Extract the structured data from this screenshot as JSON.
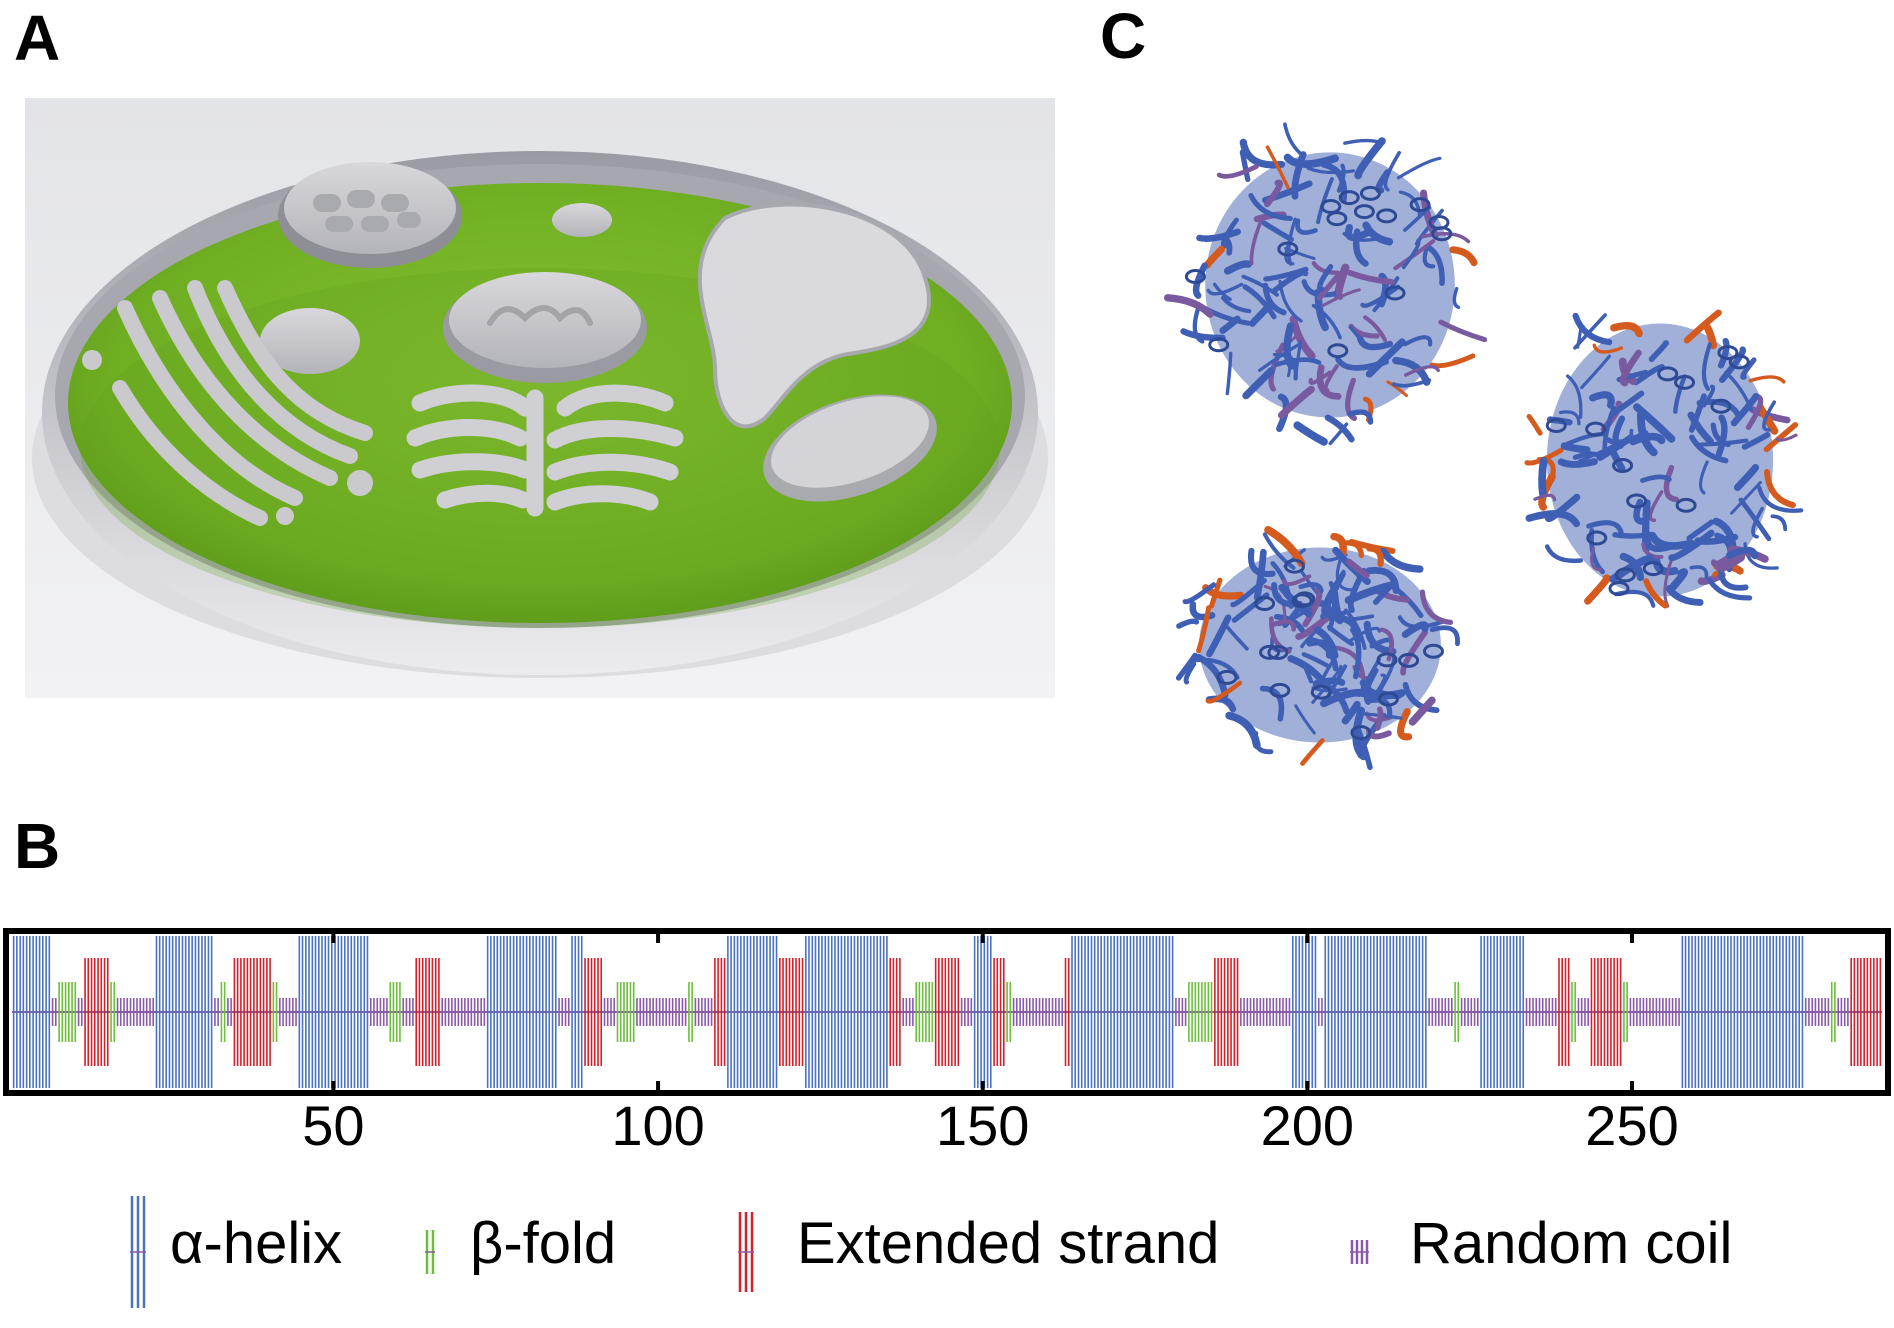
{
  "panels": {
    "a": "A",
    "b": "B",
    "c": "C"
  },
  "colors": {
    "helix": "#4a72c0",
    "fold": "#6cbf3a",
    "strand": "#d4202a",
    "coil": "#8a5aa8",
    "cytoplasm": "#78b428",
    "membrane": "#b9b9c1",
    "protein_blue": "#3f5fb5",
    "protein_orange": "#d45a1e"
  },
  "chart_data": {
    "type": "sequence-track",
    "x_ticks": [
      50,
      100,
      150,
      200,
      250
    ],
    "x_range": [
      1,
      288
    ],
    "segments": [
      {
        "type": "helix",
        "start": 1,
        "end": 6
      },
      {
        "type": "coil",
        "start": 7,
        "end": 7
      },
      {
        "type": "fold",
        "start": 8,
        "end": 10
      },
      {
        "type": "coil",
        "start": 11,
        "end": 11
      },
      {
        "type": "strand",
        "start": 12,
        "end": 15
      },
      {
        "type": "fold",
        "start": 16,
        "end": 16
      },
      {
        "type": "coil",
        "start": 17,
        "end": 22
      },
      {
        "type": "helix",
        "start": 23,
        "end": 31
      },
      {
        "type": "coil",
        "start": 32,
        "end": 32
      },
      {
        "type": "fold",
        "start": 33,
        "end": 33
      },
      {
        "type": "coil",
        "start": 34,
        "end": 34
      },
      {
        "type": "strand",
        "start": 35,
        "end": 40
      },
      {
        "type": "fold",
        "start": 41,
        "end": 41
      },
      {
        "type": "coil",
        "start": 42,
        "end": 44
      },
      {
        "type": "helix",
        "start": 45,
        "end": 55
      },
      {
        "type": "coil",
        "start": 56,
        "end": 58
      },
      {
        "type": "fold",
        "start": 59,
        "end": 60
      },
      {
        "type": "coil",
        "start": 61,
        "end": 62
      },
      {
        "type": "strand",
        "start": 63,
        "end": 66
      },
      {
        "type": "coil",
        "start": 67,
        "end": 73
      },
      {
        "type": "helix",
        "start": 74,
        "end": 84
      },
      {
        "type": "coil",
        "start": 85,
        "end": 86
      },
      {
        "type": "helix",
        "start": 87,
        "end": 88
      },
      {
        "type": "strand",
        "start": 89,
        "end": 91
      },
      {
        "type": "coil",
        "start": 92,
        "end": 93
      },
      {
        "type": "fold",
        "start": 94,
        "end": 96
      },
      {
        "type": "coil",
        "start": 97,
        "end": 104
      },
      {
        "type": "fold",
        "start": 105,
        "end": 105
      },
      {
        "type": "coil",
        "start": 106,
        "end": 108
      },
      {
        "type": "strand",
        "start": 109,
        "end": 110
      },
      {
        "type": "helix",
        "start": 111,
        "end": 118
      },
      {
        "type": "strand",
        "start": 119,
        "end": 122
      },
      {
        "type": "helix",
        "start": 123,
        "end": 135
      },
      {
        "type": "strand",
        "start": 136,
        "end": 137
      },
      {
        "type": "coil",
        "start": 138,
        "end": 139
      },
      {
        "type": "fold",
        "start": 140,
        "end": 142
      },
      {
        "type": "strand",
        "start": 143,
        "end": 146
      },
      {
        "type": "coil",
        "start": 147,
        "end": 148
      },
      {
        "type": "helix",
        "start": 149,
        "end": 151
      },
      {
        "type": "strand",
        "start": 152,
        "end": 153
      },
      {
        "type": "fold",
        "start": 154,
        "end": 154
      },
      {
        "type": "coil",
        "start": 155,
        "end": 162
      },
      {
        "type": "strand",
        "start": 163,
        "end": 163
      },
      {
        "type": "helix",
        "start": 164,
        "end": 179
      },
      {
        "type": "coil",
        "start": 180,
        "end": 181
      },
      {
        "type": "fold",
        "start": 182,
        "end": 185
      },
      {
        "type": "strand",
        "start": 186,
        "end": 189
      },
      {
        "type": "coil",
        "start": 190,
        "end": 197
      },
      {
        "type": "helix",
        "start": 198,
        "end": 201
      },
      {
        "type": "coil",
        "start": 202,
        "end": 202
      },
      {
        "type": "helix",
        "start": 203,
        "end": 218
      },
      {
        "type": "coil",
        "start": 219,
        "end": 222
      },
      {
        "type": "fold",
        "start": 223,
        "end": 223
      },
      {
        "type": "coil",
        "start": 224,
        "end": 226
      },
      {
        "type": "helix",
        "start": 227,
        "end": 233
      },
      {
        "type": "coil",
        "start": 234,
        "end": 238
      },
      {
        "type": "strand",
        "start": 239,
        "end": 240
      },
      {
        "type": "fold",
        "start": 241,
        "end": 241
      },
      {
        "type": "coil",
        "start": 242,
        "end": 243
      },
      {
        "type": "strand",
        "start": 244,
        "end": 248
      },
      {
        "type": "fold",
        "start": 249,
        "end": 249
      },
      {
        "type": "coil",
        "start": 250,
        "end": 257
      },
      {
        "type": "helix",
        "start": 258,
        "end": 276
      },
      {
        "type": "coil",
        "start": 277,
        "end": 280
      },
      {
        "type": "fold",
        "start": 281,
        "end": 281
      },
      {
        "type": "coil",
        "start": 282,
        "end": 283
      },
      {
        "type": "strand",
        "start": 284,
        "end": 288
      }
    ]
  },
  "legend": [
    {
      "key": "helix",
      "label": "α-helix"
    },
    {
      "key": "fold",
      "label": "β-fold"
    },
    {
      "key": "strand",
      "label": "Extended strand"
    },
    {
      "key": "coil",
      "label": "Random coil"
    }
  ]
}
